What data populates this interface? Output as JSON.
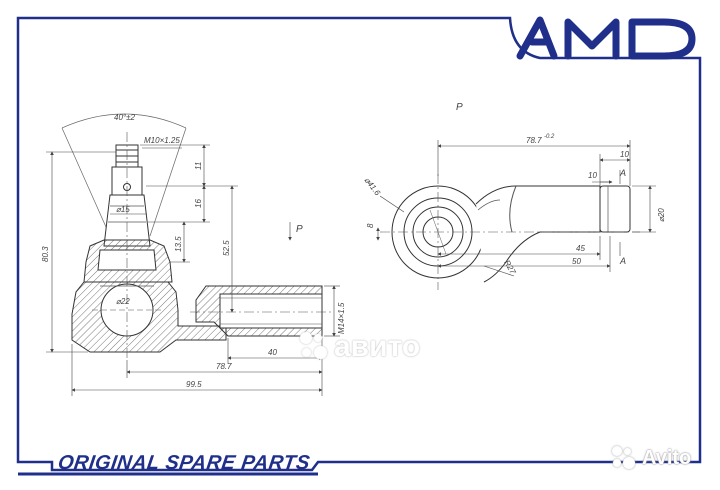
{
  "brand": {
    "name": "AMD",
    "color": "#1f2f8a"
  },
  "footer": {
    "tagline": "ORIGINAL SPARE PARTS"
  },
  "watermark": {
    "site": "Avito",
    "center_text": "авито"
  },
  "drawing": {
    "left_view": {
      "angle": "40°±2",
      "thread": "M10×1.25",
      "taper": "⌀15",
      "ball": "⌀22",
      "dims": {
        "d80_3": "80.3",
        "d52_5": "52.5",
        "d11": "11",
        "d16": "16",
        "d13_5": "13.5",
        "d99_5": "99.5",
        "d78_7": "78.7",
        "d40": "40",
        "d14": "M14×1.5"
      },
      "force": "P"
    },
    "right_view": {
      "view_label": "P",
      "dims": {
        "length": "78.7",
        "length_tol": "-0.2",
        "d10a": "10",
        "d10b": "10",
        "d45": "45",
        "d50": "50",
        "eye": "⌀41.6",
        "thick": "8",
        "radius": "R27",
        "shank": "⌀20"
      },
      "section": "A"
    }
  }
}
